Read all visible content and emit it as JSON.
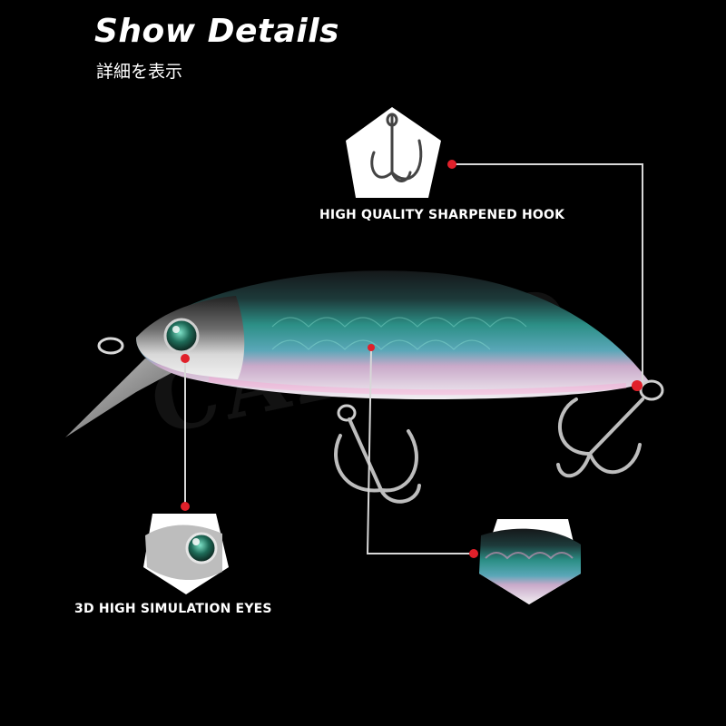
{
  "heading": {
    "title": "Show Details",
    "subtitle": "詳細を表示"
  },
  "callouts": {
    "hook": "HIGH QUALITY SHARPENED HOOK",
    "eyes": "3D HIGH SIMULATION EYES"
  },
  "watermark": "CAZULO",
  "colors": {
    "background": "#000000",
    "marker": "#e0202a",
    "leader_line": "#d8d8d8",
    "lure_back": "#1a1d1f",
    "lure_side": "#2f8f86",
    "lure_belly": "#e9e4ec"
  }
}
